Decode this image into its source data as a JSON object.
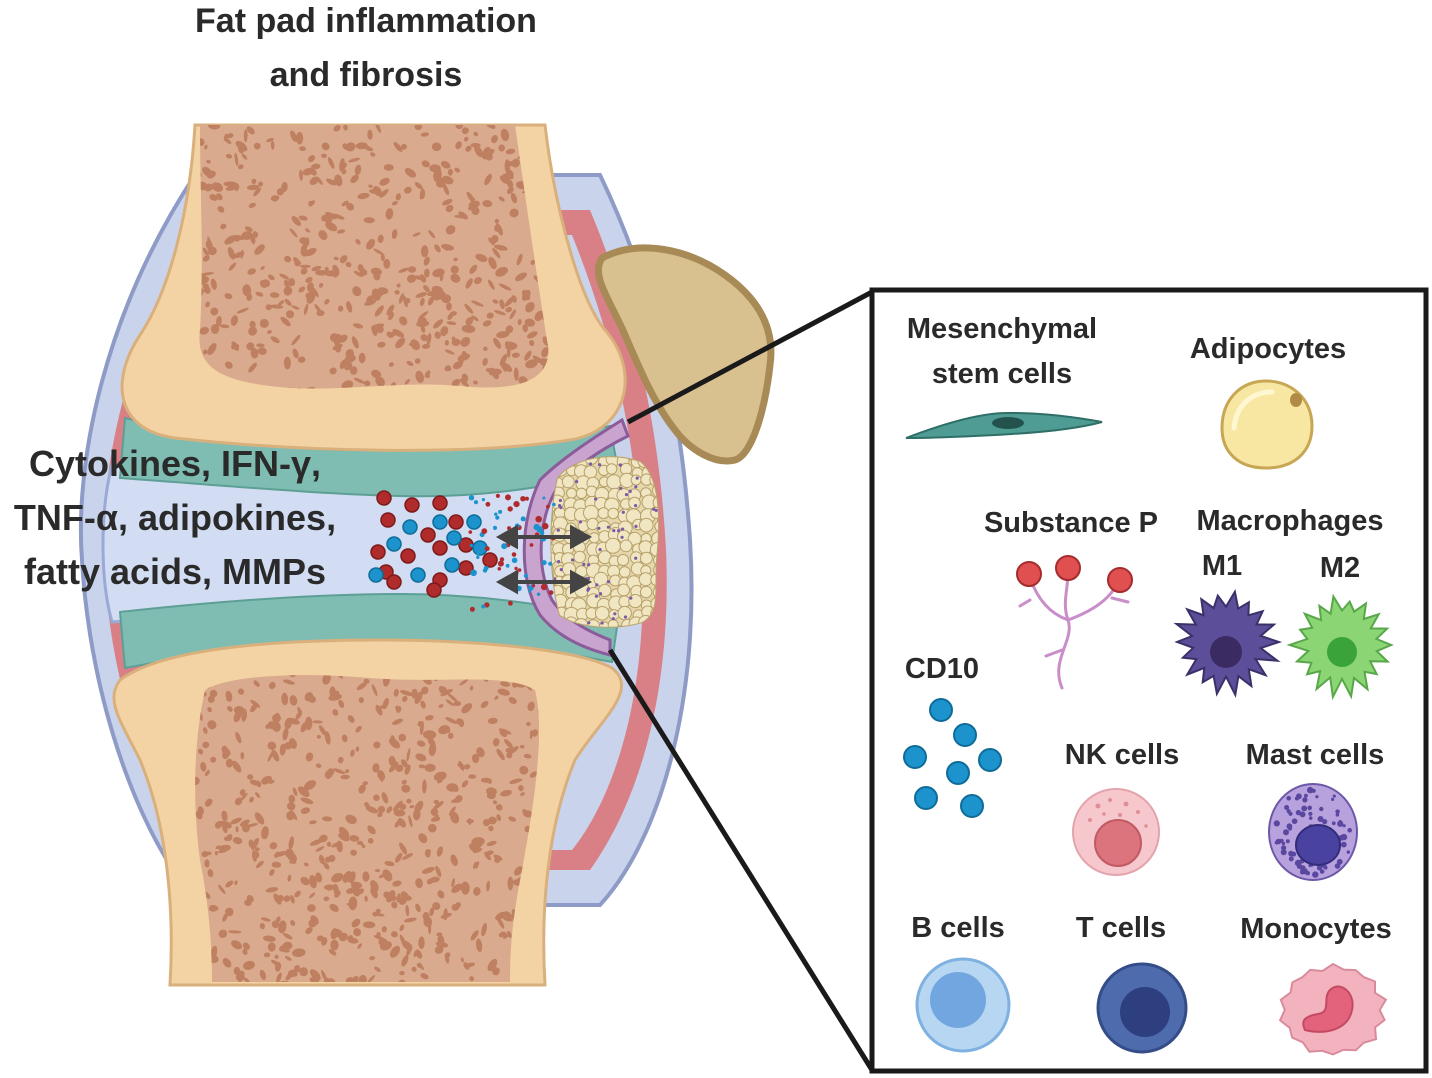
{
  "title": {
    "line1": "Fat pad inflammation",
    "line2": "and fibrosis"
  },
  "mediators": {
    "line1": "Cytokines, IFN-γ,",
    "line2": "TNF-α, adipokines,",
    "line3": "fatty acids, MMPs"
  },
  "inset": {
    "msc": {
      "line1": "Mesenchymal",
      "line2": "stem cells"
    },
    "adipocytes": "Adipocytes",
    "substance_p": "Substance P",
    "macrophages": {
      "label": "Macrophages",
      "m1": "M1",
      "m2": "M2"
    },
    "cd10": "CD10",
    "nk": "NK cells",
    "mast": "Mast cells",
    "b": "B cells",
    "t": "T cells",
    "monocytes": "Monocytes"
  },
  "colors": {
    "bone_outer": "#f3d3a3",
    "bone_spongy": "#d9aa8e",
    "bone_pore": "#be8060",
    "cartilage": "#7fbdb3",
    "synovial_fluid": "#d2dcf2",
    "capsule_red": "#d97f86",
    "capsule_blue": "#c9d4ec",
    "patella": "#d9c08f",
    "fat_pad": "#e6d8ac",
    "cytokine_red": "#b02c2c",
    "cytokine_blue": "#1c93cc",
    "inset_border": "#1a1a1a"
  }
}
